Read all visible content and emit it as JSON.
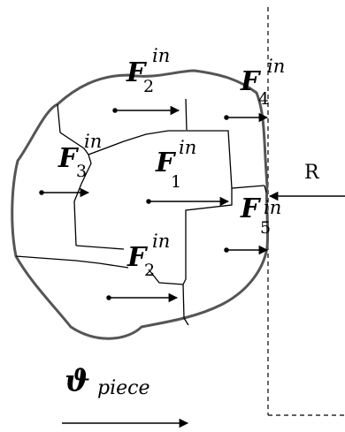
{
  "forces": [
    {
      "id": "F2",
      "base": "F",
      "sup": "in",
      "sub": "2"
    },
    {
      "id": "F4",
      "base": "F",
      "sup": "in",
      "sub": "4"
    },
    {
      "id": "F3",
      "base": "F",
      "sup": "in",
      "sub": "3"
    },
    {
      "id": "F1",
      "base": "F",
      "sup": "in",
      "sub": "1"
    },
    {
      "id": "F5",
      "base": "F",
      "sup": "in",
      "sub": "5"
    },
    {
      "id": "F6",
      "base": "F",
      "sup": "in",
      "sub": "2"
    }
  ],
  "reaction": {
    "label": "R"
  },
  "velocity": {
    "symbol": "ϑ",
    "subscript": "piece"
  }
}
